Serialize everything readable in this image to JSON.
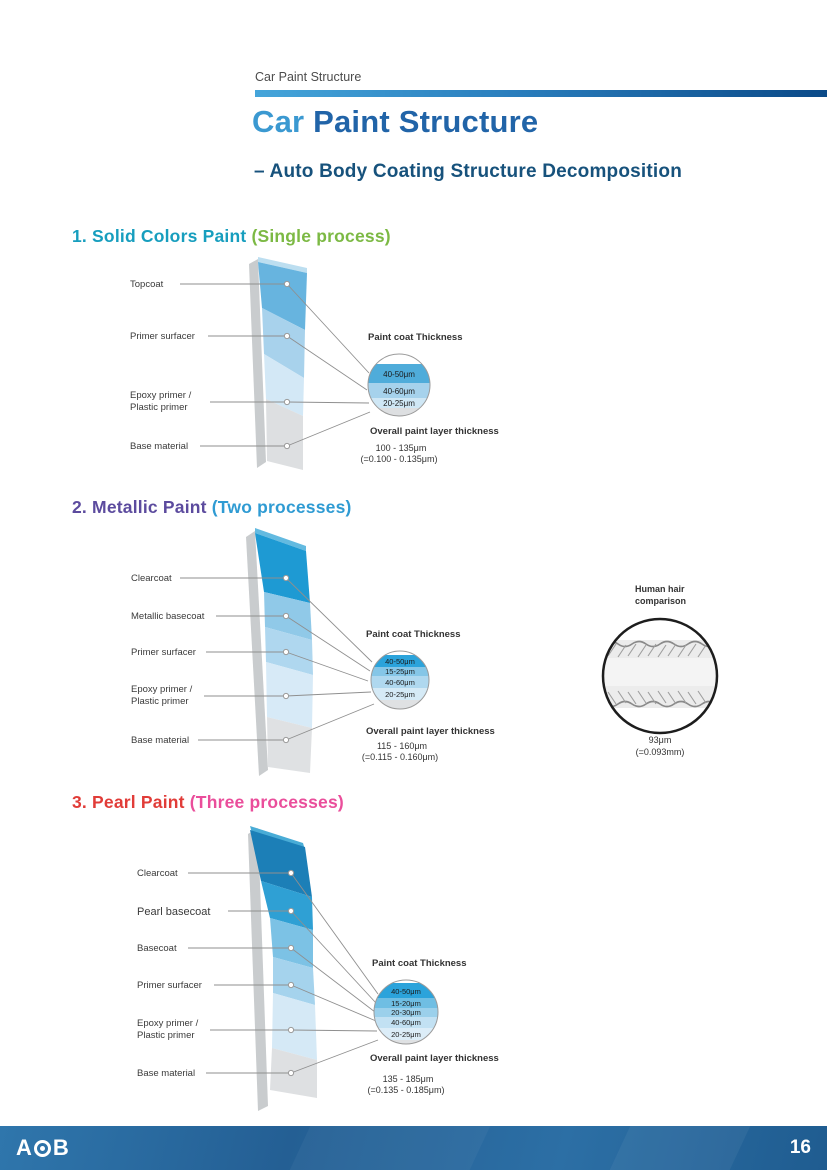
{
  "header": {
    "small_title": "Car Paint Structure",
    "title_part1": "Car",
    "title_part2": " Paint Structure",
    "subtitle": "– Auto Body Coating Structure Decomposition"
  },
  "colors": {
    "accent_bar_start": "#45a5da",
    "accent_bar_end": "#0b4a88",
    "title_light_blue": "#3b99d1",
    "title_dark_blue": "#2164a8",
    "subtitle_blue": "#17527c",
    "footer_blue": "#2c6fa5"
  },
  "sections": [
    {
      "heading": "1. Solid Colors Paint ",
      "process": "(Single process)",
      "heading_color": "#179ebe",
      "process_color": "#7cb944",
      "layers": [
        {
          "name_lines": [
            "Topcoat"
          ],
          "color": "#67b4df"
        },
        {
          "name_lines": [
            "Primer surfacer"
          ],
          "color": "#a8d2ec"
        },
        {
          "name_lines": [
            "Epoxy primer /",
            "Plastic primer"
          ],
          "color": "#d3e8f6"
        },
        {
          "name_lines": [
            "Base material"
          ],
          "color": "#dddfe1"
        }
      ],
      "thickness": {
        "title": "Paint coat Thickness",
        "bands": [
          {
            "label": "40-50μm",
            "color": "#4facda"
          },
          {
            "label": "40-60μm",
            "color": "#a6d2ec"
          },
          {
            "label": "20-25μm",
            "color": "#cfe7f5"
          }
        ],
        "base_color": "#dddfe1",
        "overall_title": "Overall paint layer thickness",
        "overall_range": "100 - 135μm",
        "overall_alt": "(=0.100 - 0.135μm)"
      }
    },
    {
      "heading": "2. Metallic Paint ",
      "process": "(Two processes)",
      "heading_color": "#5c4b9e",
      "process_color": "#2f9bd3",
      "layers": [
        {
          "name_lines": [
            "Clearcoat"
          ],
          "color": "#1e9ad3"
        },
        {
          "name_lines": [
            "Metallic basecoat"
          ],
          "color": "#90c9e8"
        },
        {
          "name_lines": [
            "Primer surfacer"
          ],
          "color": "#afd7ef"
        },
        {
          "name_lines": [
            "Epoxy primer /",
            "Plastic primer"
          ],
          "color": "#d7eaf7"
        },
        {
          "name_lines": [
            "Base material"
          ],
          "color": "#dfe1e3"
        }
      ],
      "thickness": {
        "title": "Paint coat Thickness",
        "bands": [
          {
            "label": "40-50μm",
            "color": "#2ba3db"
          },
          {
            "label": "15-25μm",
            "color": "#85c6e7"
          },
          {
            "label": "40-60μm",
            "color": "#afd8ef"
          },
          {
            "label": "20-25μm",
            "color": "#d5eaf6"
          }
        ],
        "base_color": "#dfe1e3",
        "overall_title": "Overall paint layer thickness",
        "overall_range": "115 - 160μm",
        "overall_alt": "(=0.115 - 0.160μm)"
      }
    },
    {
      "heading": "3. Pearl Paint ",
      "process": "(Three processes)",
      "heading_color": "#e13c38",
      "process_color": "#ea4e9b",
      "layers": [
        {
          "name_lines": [
            "Clearcoat"
          ],
          "color": "#1c7fb7"
        },
        {
          "name_lines": [
            "Pearl basecoat"
          ],
          "color": "#2fa0d4"
        },
        {
          "name_lines": [
            "Basecoat"
          ],
          "color": "#7cc2e5"
        },
        {
          "name_lines": [
            "Primer surfacer"
          ],
          "color": "#a5d3ed"
        },
        {
          "name_lines": [
            "Epoxy primer /",
            "Plastic primer"
          ],
          "color": "#d5e9f6"
        },
        {
          "name_lines": [
            "Base material"
          ],
          "color": "#dee0e2"
        }
      ],
      "thickness": {
        "title": "Paint coat Thickness",
        "bands": [
          {
            "label": "40-50μm",
            "color": "#2ba3db"
          },
          {
            "label": "15-20μm",
            "color": "#6fbee3"
          },
          {
            "label": "20-30μm",
            "color": "#9bd0eb"
          },
          {
            "label": "40-60μm",
            "color": "#c2e1f3"
          },
          {
            "label": "20-25μm",
            "color": "#dcedf8"
          }
        ],
        "base_color": "#dfe1e3",
        "overall_title": "Overall paint layer thickness",
        "overall_range": "135 - 185μm",
        "overall_alt": "(=0.135 - 0.185μm)"
      }
    }
  ],
  "hair": {
    "title_line1": "Human hair",
    "title_line2": "comparison",
    "value": "93μm",
    "value_alt": "(=0.093mm)"
  },
  "footer": {
    "logo_letter_a": "A",
    "logo_letter_b": "B",
    "logo_name": "ACB",
    "page_number": "16"
  }
}
